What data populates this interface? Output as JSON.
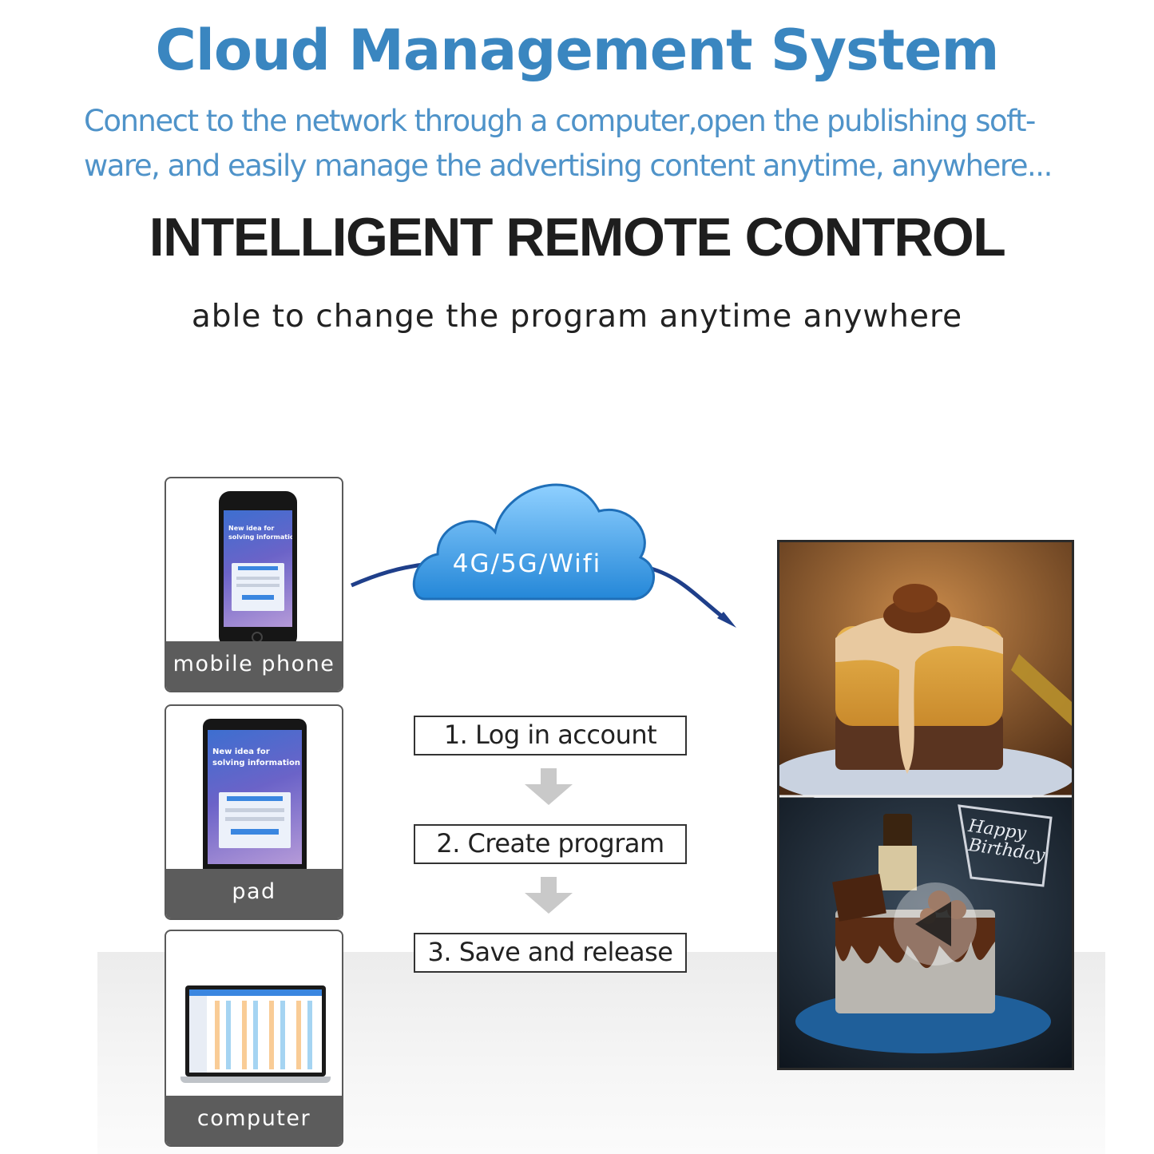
{
  "header": {
    "title": "Cloud Management System",
    "subtitle_line1": "Connect to the network through a computer,open the publishing soft-",
    "subtitle_line2": "ware, and easily manage the advertising content anytime, anywhere..."
  },
  "section": {
    "headline": "INTELLIGENT REMOTE CONTROL",
    "tagline": "able to change the program anytime anywhere"
  },
  "devices": [
    {
      "label": "mobile phone",
      "screen_text_1": "New idea for",
      "screen_text_2": "solving information"
    },
    {
      "label": "pad",
      "screen_text_1": "New idea for",
      "screen_text_2": "solving information"
    },
    {
      "label": "computer"
    }
  ],
  "cloud": {
    "label": "4G/5G/Wifi"
  },
  "steps": [
    {
      "label": "1. Log in account"
    },
    {
      "label": "2. Create program"
    },
    {
      "label": "3. Save and release"
    }
  ],
  "display": {
    "top_image": "dessert-cake-photo",
    "bottom_image": "birthday-cake-photo",
    "topper_text": "Happy Birthday",
    "overlay_icon": "play-back-icon"
  },
  "colors": {
    "title_blue": "#3a86c0",
    "cloud_blue": "#2d8fe0",
    "arrow_line": "#1f3f8a",
    "caption_bg": "#5c5c5c"
  }
}
